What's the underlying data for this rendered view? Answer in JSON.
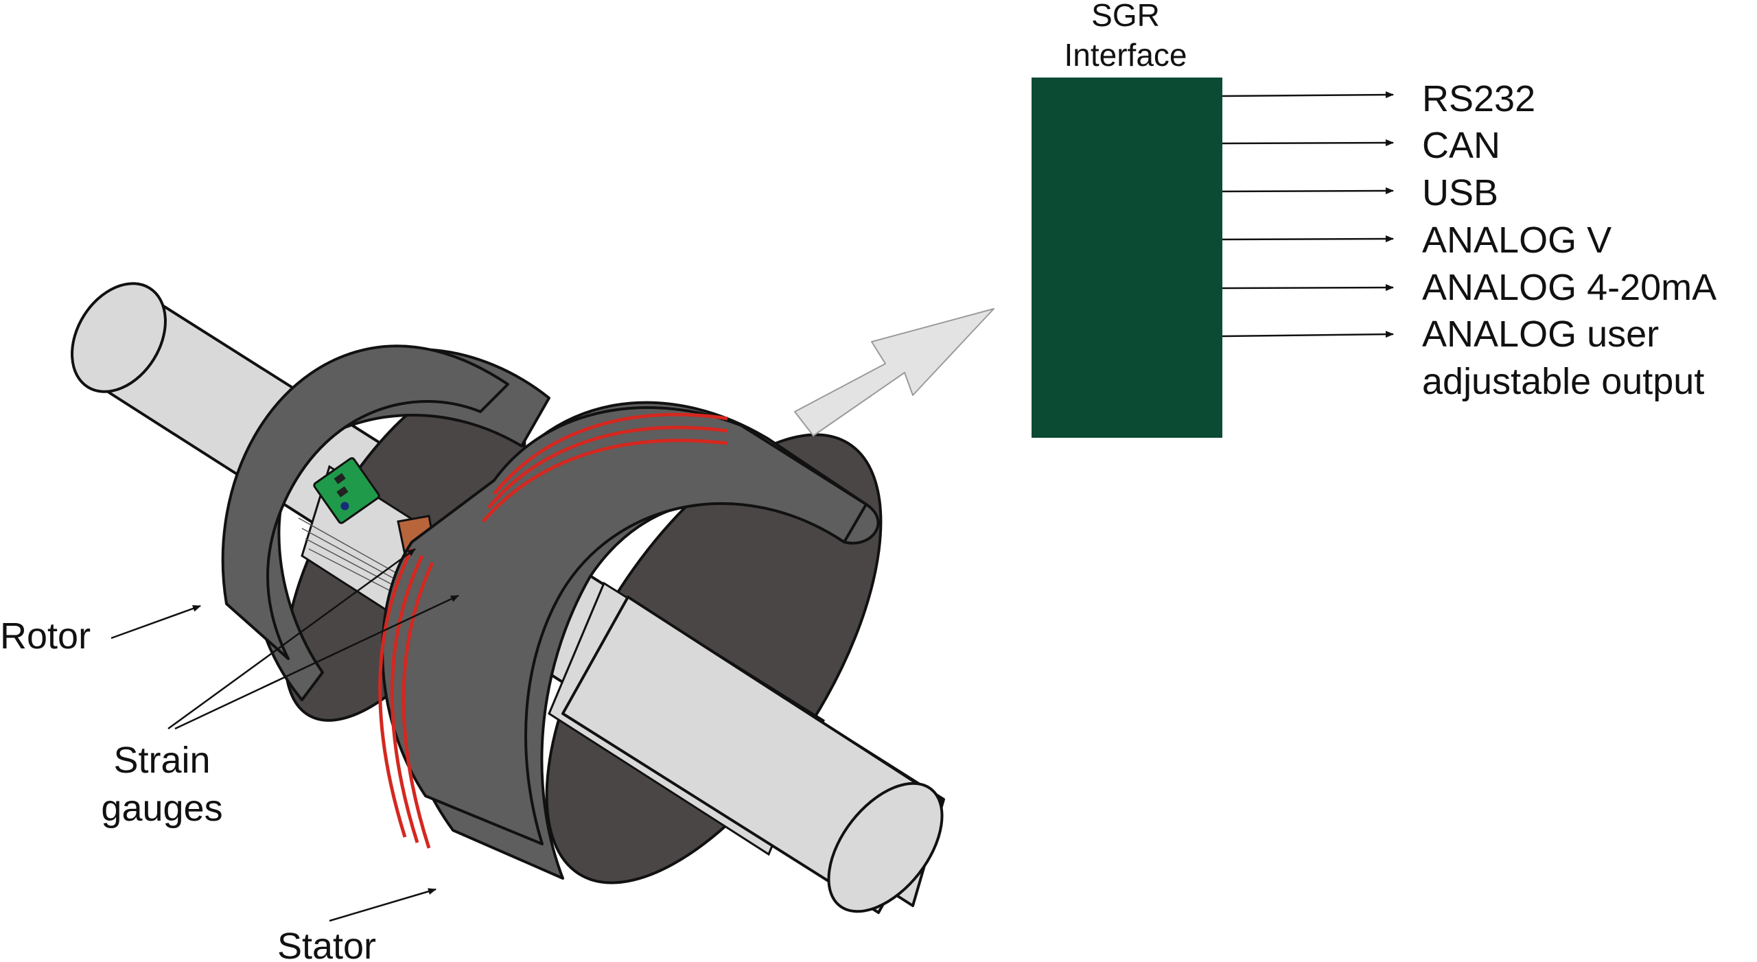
{
  "interface": {
    "title_line1": "SGR",
    "title_line2": "Interface",
    "box_color": "#0b4a33",
    "outputs": [
      "RS232",
      "CAN",
      "USB",
      "ANALOG V",
      "ANALOG 4-20mA",
      "ANALOG user"
    ],
    "output_continuation": "adjustable output"
  },
  "labels": {
    "rotor": "Rotor",
    "strain_line1": "Strain",
    "strain_line2": "gauges",
    "stator": "Stator"
  },
  "colors": {
    "shaft": "#d9d9d9",
    "ring_face": "#5e5e5e",
    "ring_inner": "#4a4646",
    "coil": "#d42820",
    "gauge": "#b8653c",
    "pcb": "#1f9a4a",
    "flow_arrow": "#e3e3e3"
  }
}
